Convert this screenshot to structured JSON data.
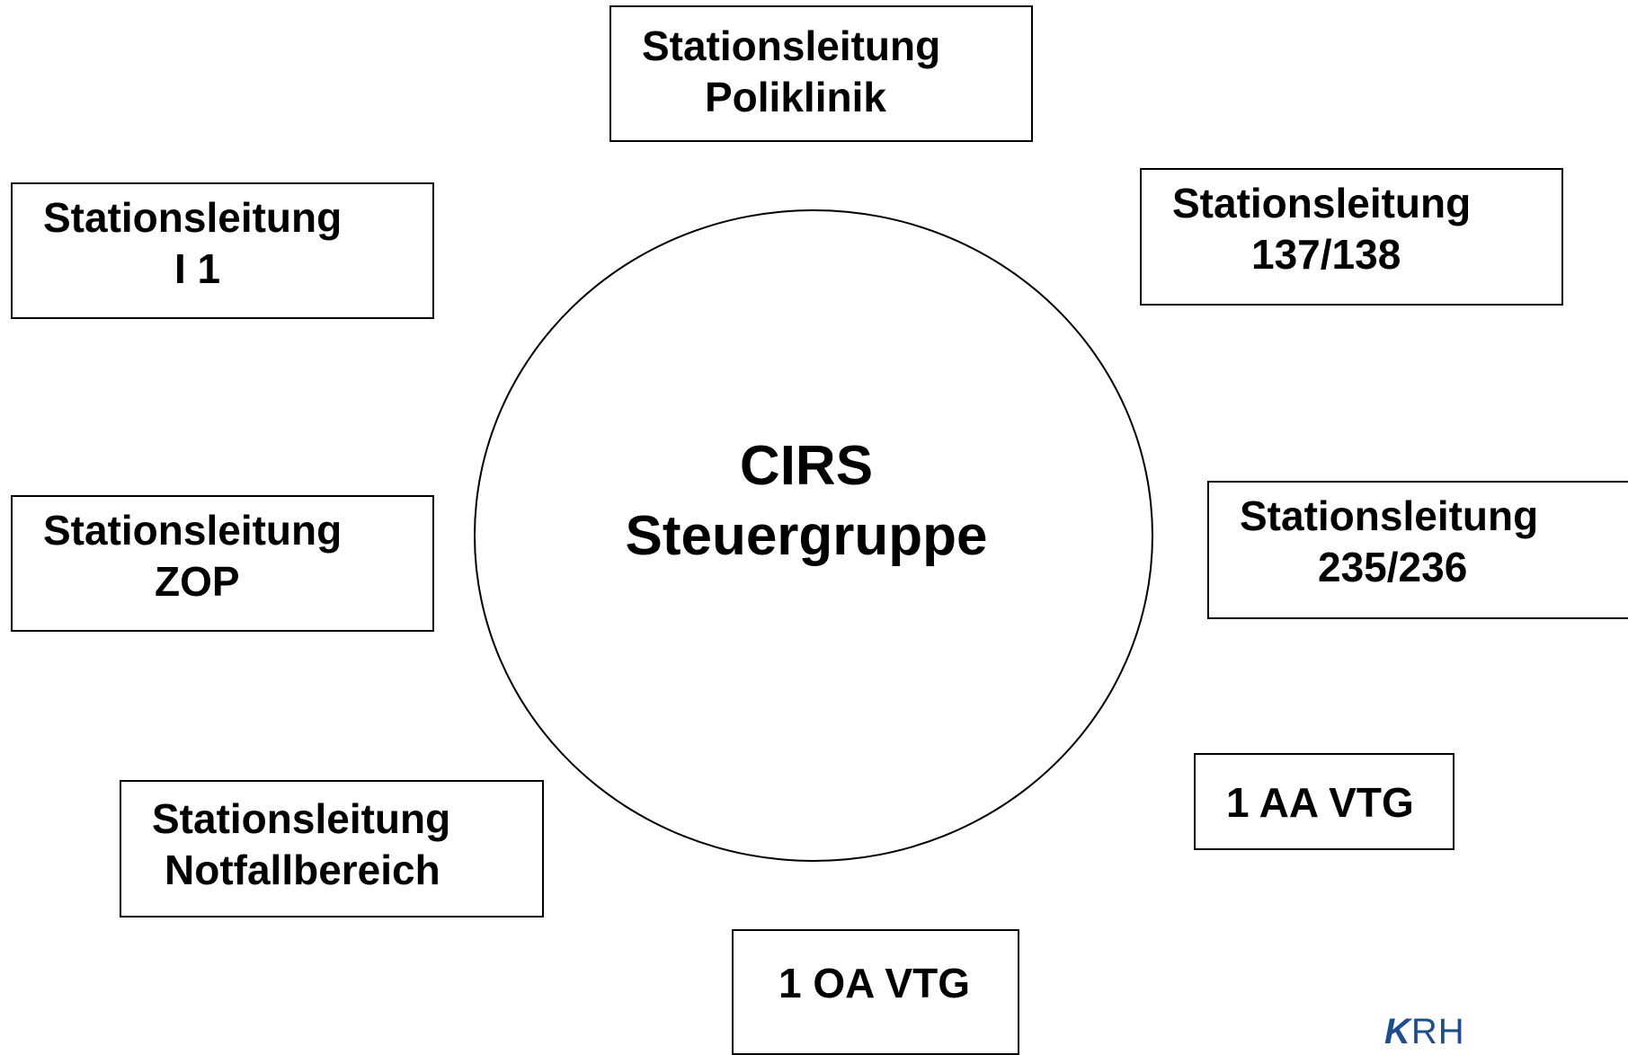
{
  "center": {
    "line1": "CIRS",
    "line2": "Steuergruppe"
  },
  "nodes": [
    {
      "id": "poliklinik",
      "line1": "Stationsleitung",
      "line2": "Poliklinik"
    },
    {
      "id": "i1",
      "line1": "Stationsleitung",
      "line2": "I 1"
    },
    {
      "id": "137-138",
      "line1": "Stationsleitung",
      "line2": "137/138"
    },
    {
      "id": "zop",
      "line1": "Stationsleitung",
      "line2": "ZOP"
    },
    {
      "id": "235-236",
      "line1": "Stationsleitung",
      "line2": "235/236"
    },
    {
      "id": "1-aa-vtg",
      "line1": "1 AA VTG"
    },
    {
      "id": "notfallbereich",
      "line1": "Stationsleitung",
      "line2": "Notfallbereich"
    },
    {
      "id": "1-oa-vtg",
      "line1": "1 OA VTG"
    }
  ],
  "logo": {
    "k": "K",
    "rest": "RH"
  }
}
